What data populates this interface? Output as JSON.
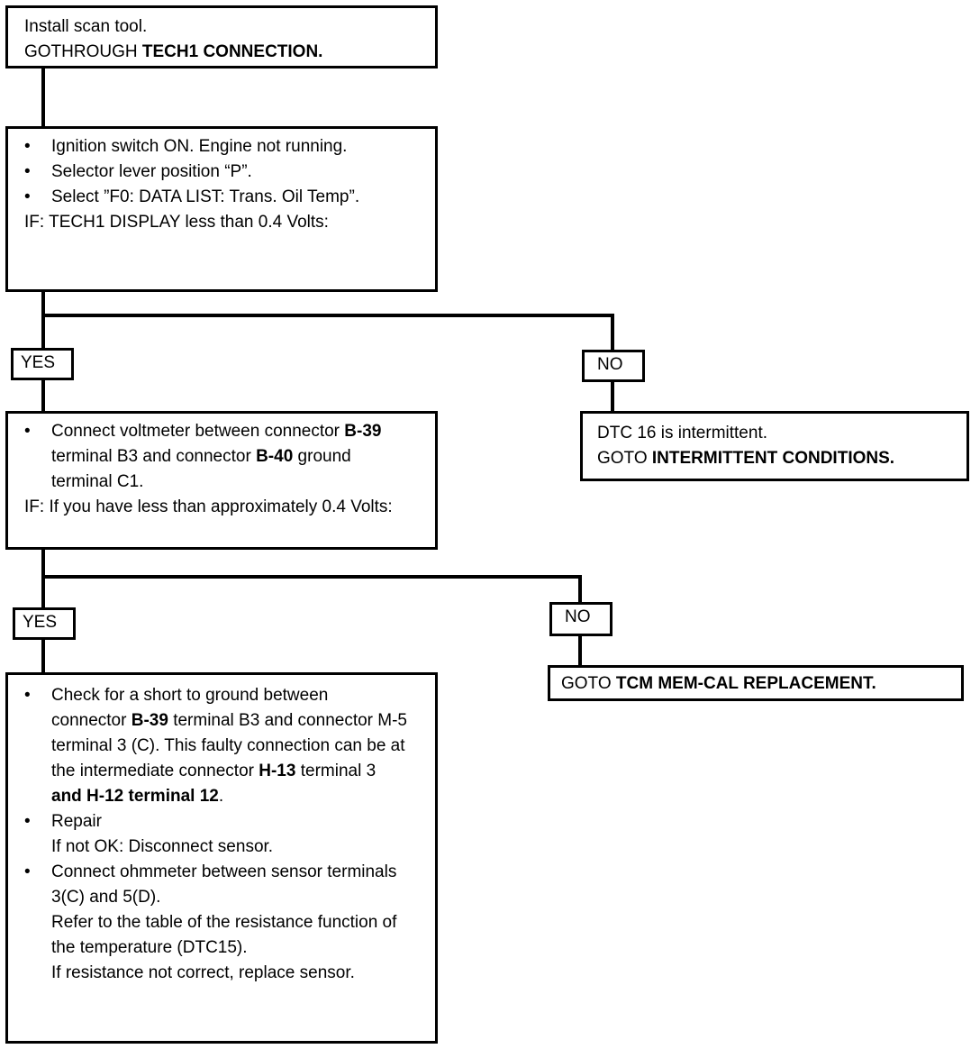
{
  "box1": {
    "line1": "Install scan tool.",
    "line2_prefix": "GOTHROUGH ",
    "line2_bold": "TECH1 CONNECTION."
  },
  "box2": {
    "items": [
      "Ignition switch ON.  Engine not running.",
      "Selector lever position “P”.",
      "Select ”F0: DATA LIST: Trans. Oil Temp”."
    ],
    "condition": "IF: TECH1 DISPLAY less than 0.4 Volts:"
  },
  "labels": {
    "yes1": "YES",
    "no1": "NO",
    "yes2": "YES",
    "no2": "NO"
  },
  "box3": {
    "item_a": "Connect voltmeter between connector",
    "item_b_bold": "B-39",
    "item_c": "terminal B3 and connector",
    "item_d_bold": "B-40",
    "item_e": "ground terminal C1.",
    "condition": "IF: If you have less than approximately 0.4 Volts:"
  },
  "box_no1": {
    "line1": "DTC 16 is intermittent.",
    "line2_prefix": "GOTO ",
    "line2_bold": "INTERMITTENT CONDITIONS."
  },
  "box_no2": {
    "prefix": "GOTO ",
    "bold": "TCM MEM-CAL REPLACEMENT."
  },
  "box5": {
    "item1_a": "Check for a short to ground between connector",
    "item1_b_bold": "B-39",
    "item1_c": "terminal B3 and connector M-5 terminal 3 (C). This faulty connection can be at the intermediate connector",
    "item1_d_bold": "H-13",
    "item1_e": "terminal 3",
    "item1_f_bold": "and H-12 terminal 12",
    "item1_g": ".",
    "item2_line1": "Repair",
    "item2_line2": "If not OK:  Disconnect sensor.",
    "item3_line1": "Connect ohmmeter between sensor terminals 3(C) and 5(D).",
    "item3_line2": "Refer to the table of the resistance function of the temperature (DTC15).",
    "item3_line3": "If resistance not correct, replace sensor."
  }
}
